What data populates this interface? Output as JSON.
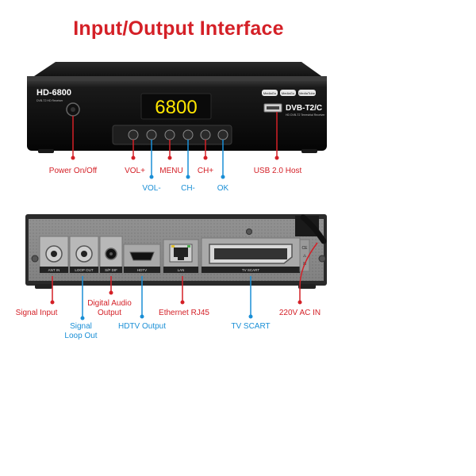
{
  "title": "Input/Output Interface",
  "device": {
    "model": "HD-6800",
    "model_sub": "DVB-T2 HD Receiver",
    "display": "6800",
    "buttons": [
      "MediaGo",
      "MediaGo",
      "MediaTube"
    ],
    "dvb_logo": "DVB-T2/C",
    "dvb_sub": "HD DVB-T2 Terrestrial Receiver"
  },
  "rear_ports": {
    "ant_in": "ANT IN",
    "loop_out": "LOOP OUT",
    "spdif": "S/P DIF",
    "hdtv": "HDTV",
    "lan": "LAN",
    "tv_scart": "TV SCART"
  },
  "labels": {
    "power": "Power On/Off",
    "vol_plus": "VOL+",
    "menu": "MENU",
    "ch_plus": "CH+",
    "usb": "USB 2.0 Host",
    "vol_minus": "VOL-",
    "ch_minus": "CH-",
    "ok": "OK",
    "signal_input": "Signal Input",
    "signal_loop_1": "Signal",
    "signal_loop_2": "Loop Out",
    "digital_audio_1": "Digital Audio",
    "digital_audio_2": "Output",
    "hdtv_output": "HDTV Output",
    "ethernet": "Ethernet RJ45",
    "tv_scart": "TV SCART",
    "ac_in": "220V AC IN"
  },
  "colors": {
    "red": "#d42027",
    "blue": "#1a8fd6",
    "display": "#ffe600"
  }
}
